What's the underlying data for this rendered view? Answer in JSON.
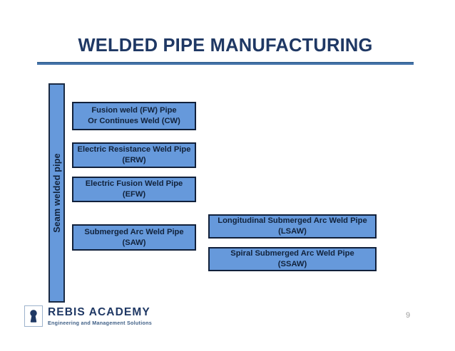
{
  "slide": {
    "title": "WELDED PIPE MANUFACTURING",
    "page_number": "9",
    "accent_color": "#1F3864",
    "box_fill_color": "#6699DB",
    "box_border_color": "#11203A",
    "rule_color": "#4472A8"
  },
  "category_bar": {
    "label": "Seam welded pipe"
  },
  "processes": {
    "left_column": [
      {
        "line1": "Fusion weld (FW) Pipe",
        "line2": "Or Continues Weld (CW)"
      },
      {
        "line1": "Electric Resistance Weld Pipe",
        "line2": "(ERW)"
      },
      {
        "line1": "Electric Fusion Weld Pipe",
        "line2": "(EFW)"
      },
      {
        "line1": "Submerged Arc Weld Pipe",
        "line2": "(SAW)"
      }
    ],
    "right_column": [
      {
        "line1": "Longitudinal Submerged Arc Weld Pipe",
        "line2": "(LSAW)"
      },
      {
        "line1": "Spiral Submerged Arc Weld Pipe",
        "line2": "(SSAW)"
      }
    ]
  },
  "footer": {
    "logo_name": "REBIS ACADEMY",
    "logo_tagline": "Engineering and Management Solutions"
  }
}
